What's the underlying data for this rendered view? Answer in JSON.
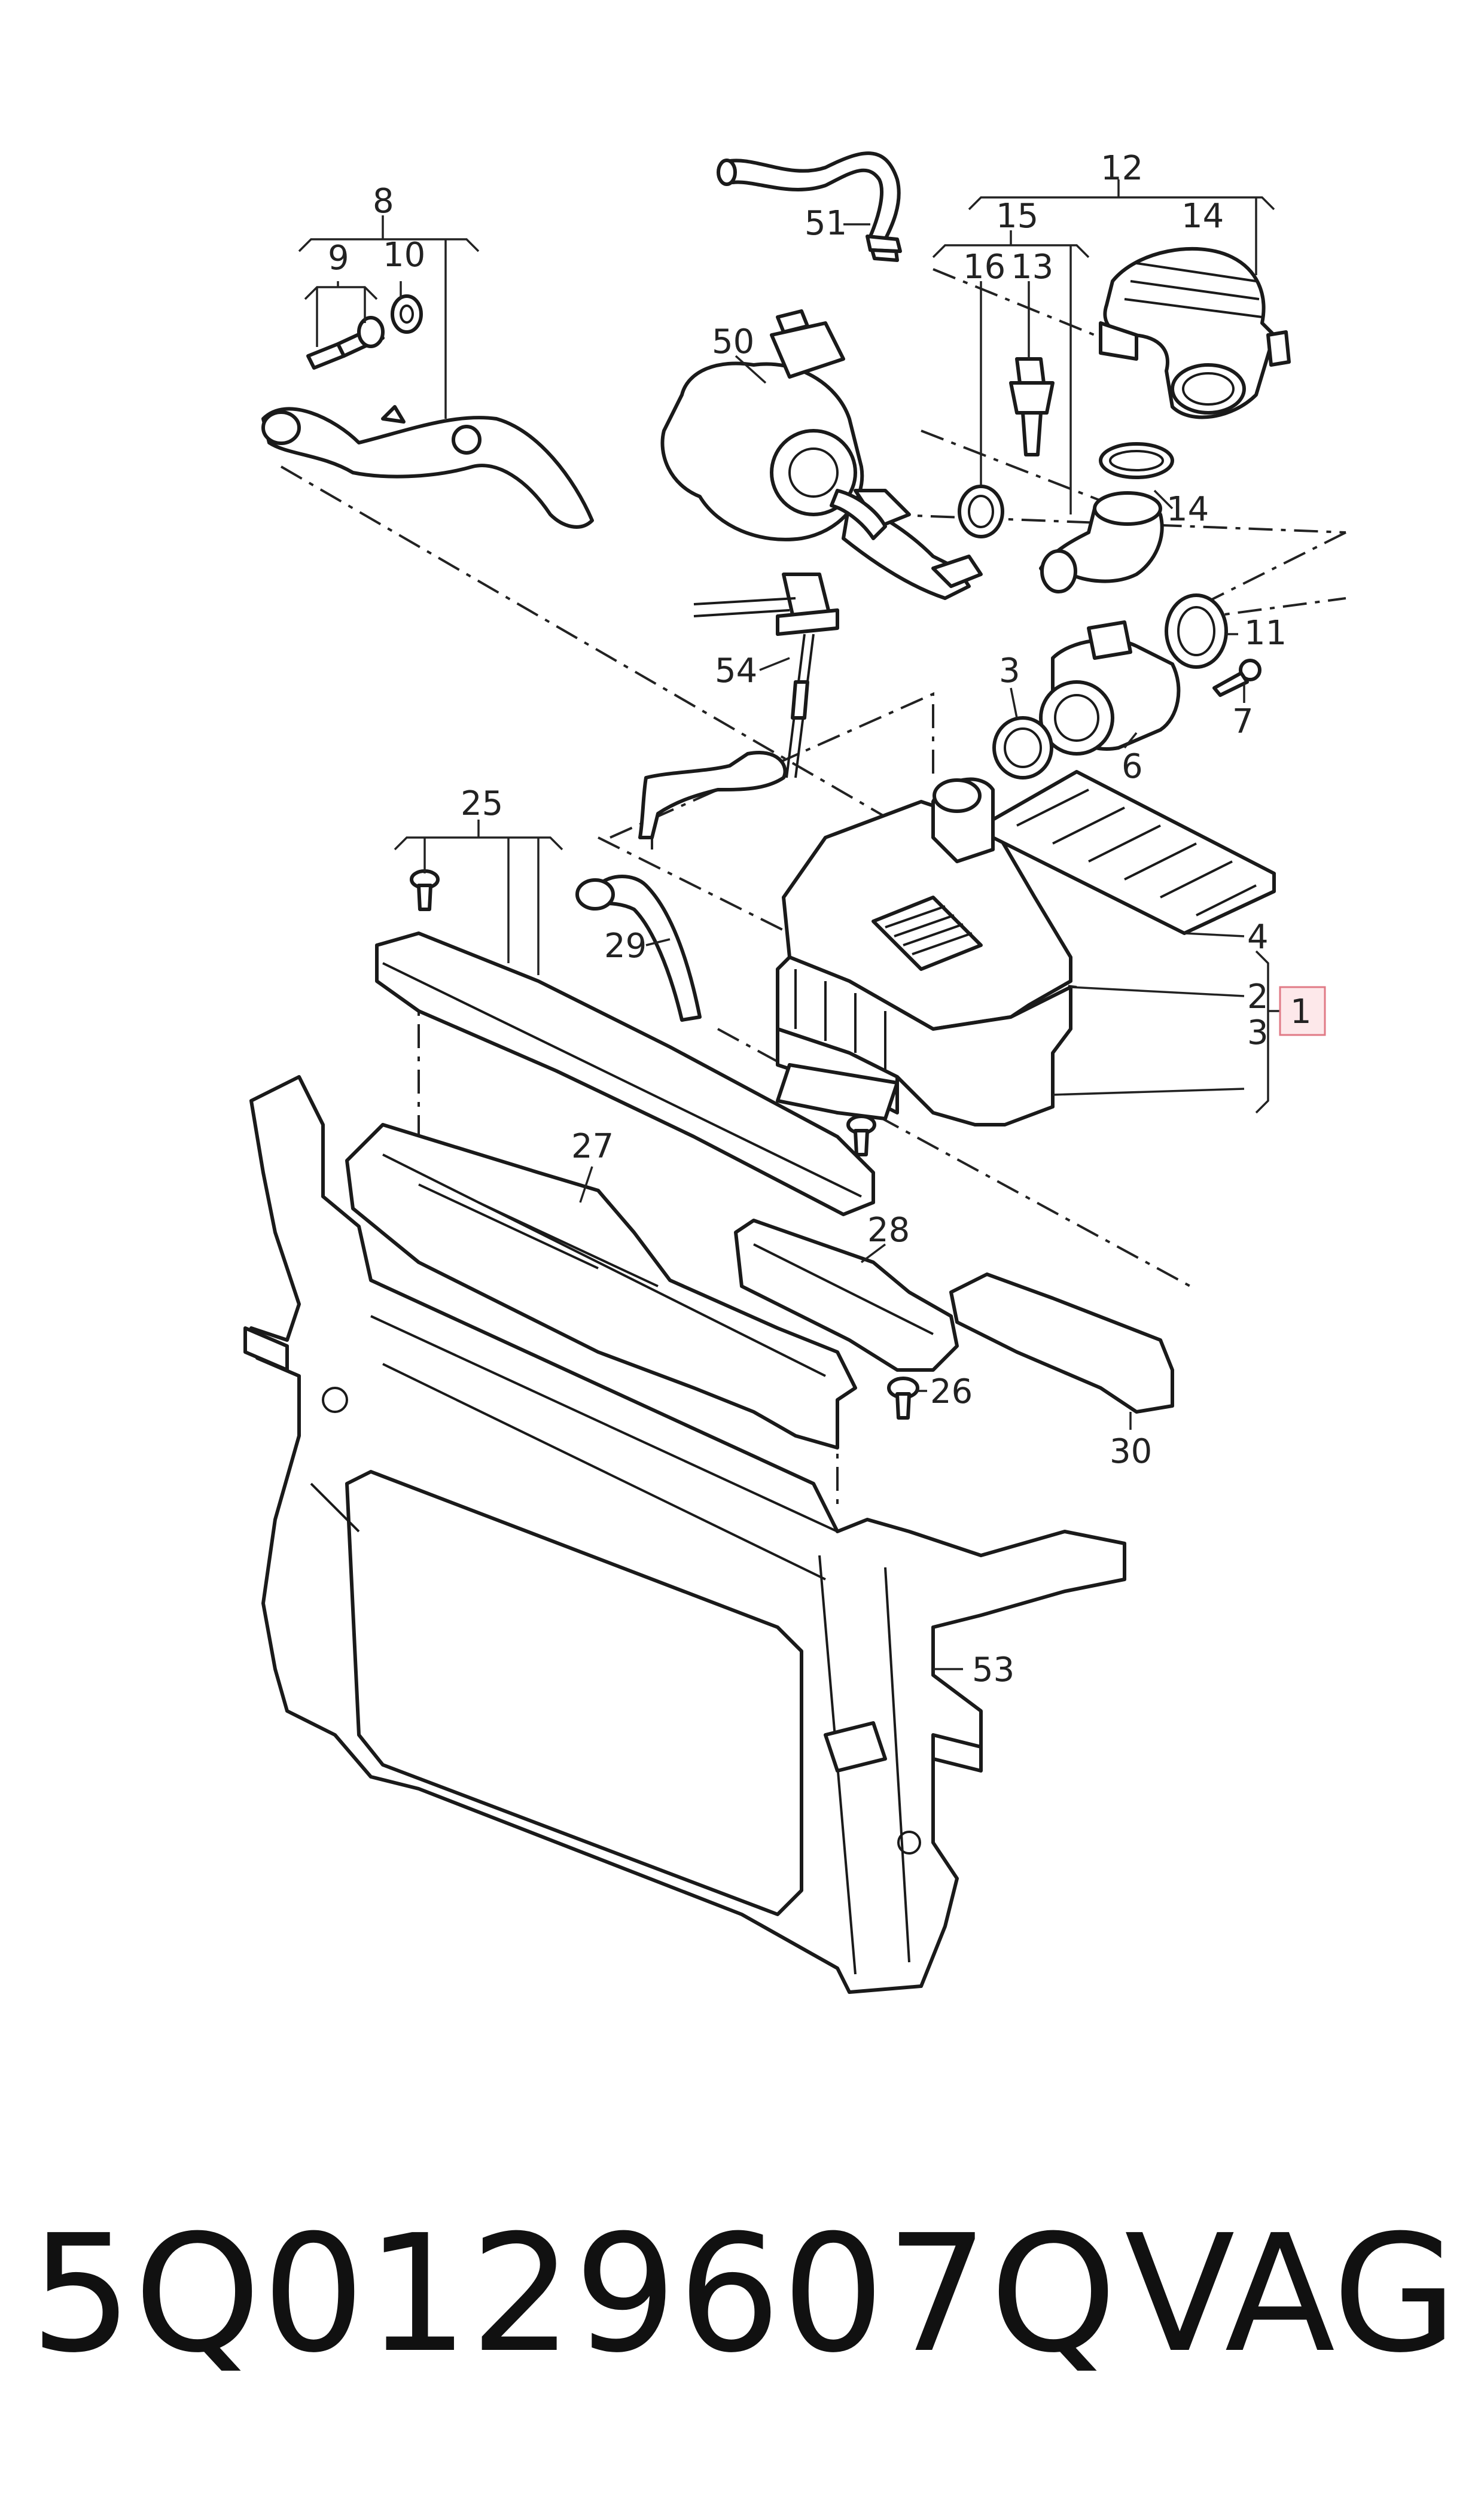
{
  "diagram": {
    "callouts": {
      "c1": "1",
      "c2": "2",
      "c3a": "3",
      "c3b": "3",
      "c4": "4",
      "c6": "6",
      "c7": "7",
      "c8": "8",
      "c9": "9",
      "c10": "10",
      "c11": "11",
      "c12": "12",
      "c13": "13",
      "c14a": "14",
      "c14b": "14",
      "c15": "15",
      "c16": "16",
      "c25": "25",
      "c26": "26",
      "c27": "27",
      "c28": "28",
      "c29": "29",
      "c30": "30",
      "c50": "50",
      "c51": "51",
      "c53": "53",
      "c54": "54"
    },
    "highlight_color": "#e07a86"
  },
  "footer": {
    "part_number": "5Q0129607Q",
    "brand": "VAG"
  }
}
